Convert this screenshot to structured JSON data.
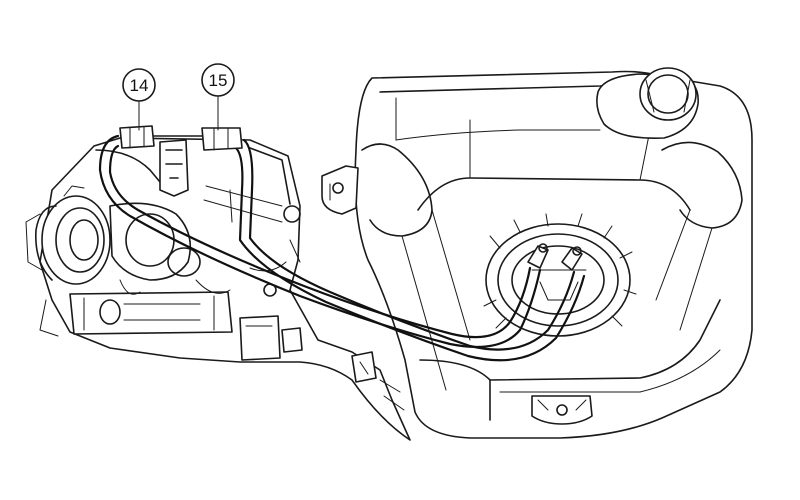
{
  "callouts": [
    {
      "id": "callout-14",
      "label": "14"
    },
    {
      "id": "callout-15",
      "label": "15"
    }
  ]
}
